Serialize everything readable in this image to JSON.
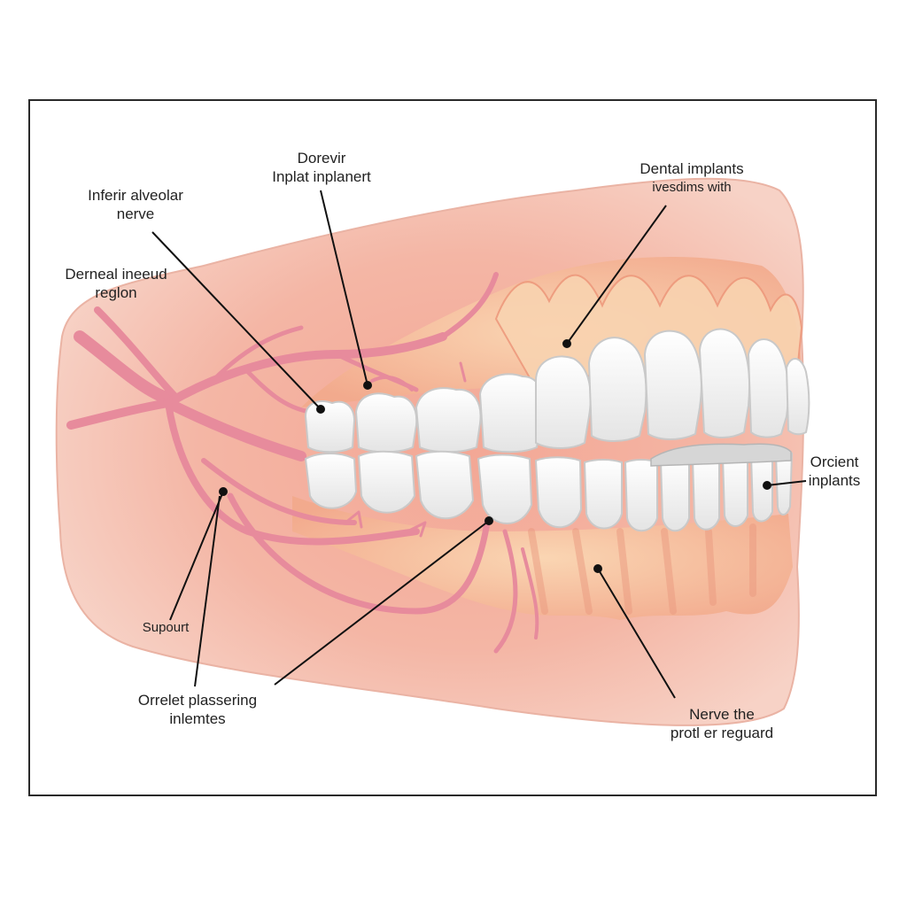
{
  "labels": {
    "implant_top": {
      "line1": "Dorevir",
      "line2": "Inplat inplanert"
    },
    "inferior_alveolar": {
      "line1": "Inferir alveolar",
      "line2": "nerve"
    },
    "dental_implants": {
      "line1": "Dental implants",
      "line2": "ivesdims with"
    },
    "dental_inceud": {
      "line1": "Derneal ineeud",
      "line2": "reglon"
    },
    "orcent_implants": {
      "line1": "Orcient",
      "line2": "inplants"
    },
    "support": {
      "line1": "Supourt"
    },
    "plastering": {
      "line1": "Orrelet plassering",
      "line2": "inlemtes"
    },
    "nerve_protect": {
      "line1": "Nerve the",
      "line2": "protl er reguard"
    }
  },
  "colors": {
    "gum_outer": "#f6c9bd",
    "gum_inner": "#f0a290",
    "bone": "#f7c79b",
    "tooth": "#fbfbfb",
    "tooth_shadow": "#d9d9d9",
    "nerve": "#e98a9c",
    "leader": "#111111",
    "frame": "#2a2a2a"
  }
}
